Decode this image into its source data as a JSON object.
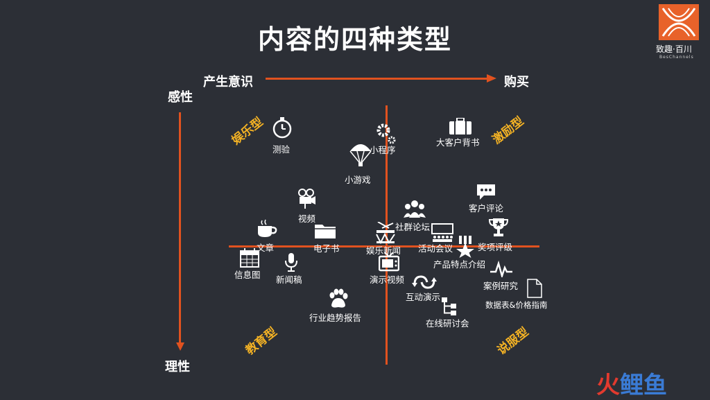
{
  "title": "内容的四种类型",
  "axes": {
    "left": "产生意识",
    "right": "购买",
    "top": "感性",
    "bottom": "理性"
  },
  "quadrants": {
    "top_left": "娱乐型",
    "top_right": "激励型",
    "bottom_left": "教育型",
    "bottom_right": "说服型"
  },
  "items": {
    "quiz": "测验",
    "mini_program": "小程序",
    "key_account": "大客户背书",
    "mini_game": "小游戏",
    "customer_review": "客户评论",
    "video": "视频",
    "community": "社群论坛",
    "article": "文章",
    "ebook": "电子书",
    "ent_news": "娱乐新闻",
    "event": "活动会议",
    "award": "奖项评级",
    "product_intro": "产品特点介绍",
    "infographic": "信息图",
    "press": "新闻稿",
    "demo_video": "演示视频",
    "case_study": "案例研究",
    "interactive_demo": "互动演示",
    "datasheet": "数据表&价格指南",
    "trend_report": "行业趋势报告",
    "webinar": "在线研讨会"
  },
  "logo": {
    "name": "致趣·百川",
    "sub": "BesChannels"
  },
  "watermark": {
    "part1": "火",
    "part2": "鲤鱼"
  },
  "colors": {
    "background": "#2c2f36",
    "axis": "#e1521f",
    "quadrant": "#f5b324"
  }
}
